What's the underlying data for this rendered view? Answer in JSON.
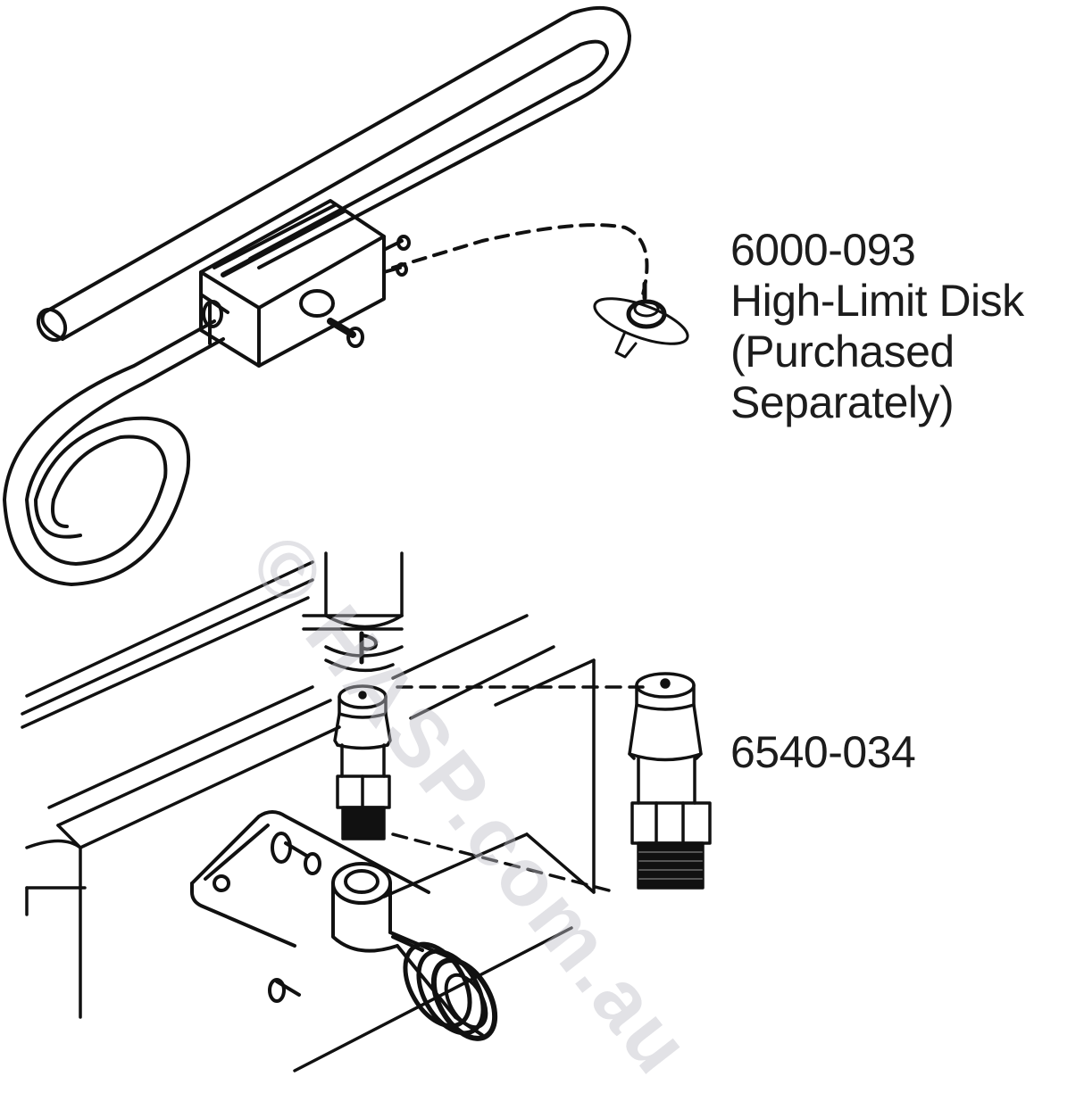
{
  "diagram": {
    "type": "exploded-parts-diagram",
    "parts": [
      {
        "id": "high-limit-disk",
        "part_number": "6000-093",
        "description": "High-Limit Disk",
        "note_line1": "(Purchased",
        "note_line2": "Separately)"
      },
      {
        "id": "fitting",
        "part_number": "6540-034"
      }
    ],
    "watermark": "© HASP.com.au",
    "colors": {
      "line": "#111111",
      "background": "#ffffff",
      "watermark": "#bebec8"
    }
  }
}
